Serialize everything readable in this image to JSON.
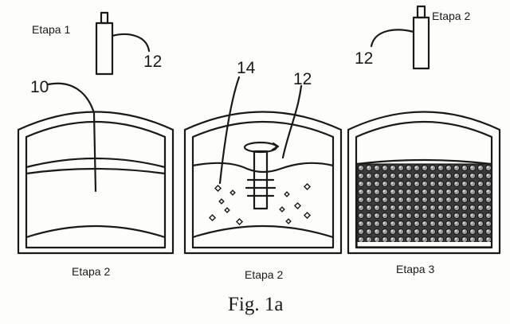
{
  "labels": {
    "stage_top_left": "Etapa 1",
    "stage_top_right": "Etapa 2",
    "stage_bottom_1": "Etapa 2",
    "stage_bottom_2": "Etapa 2",
    "stage_bottom_3": "Etapa 3",
    "ref_12_left": "12",
    "ref_12_right": "12",
    "ref_12_middle": "12",
    "ref_10": "10",
    "ref_14": "14",
    "caption": "Fig. 1a"
  }
}
